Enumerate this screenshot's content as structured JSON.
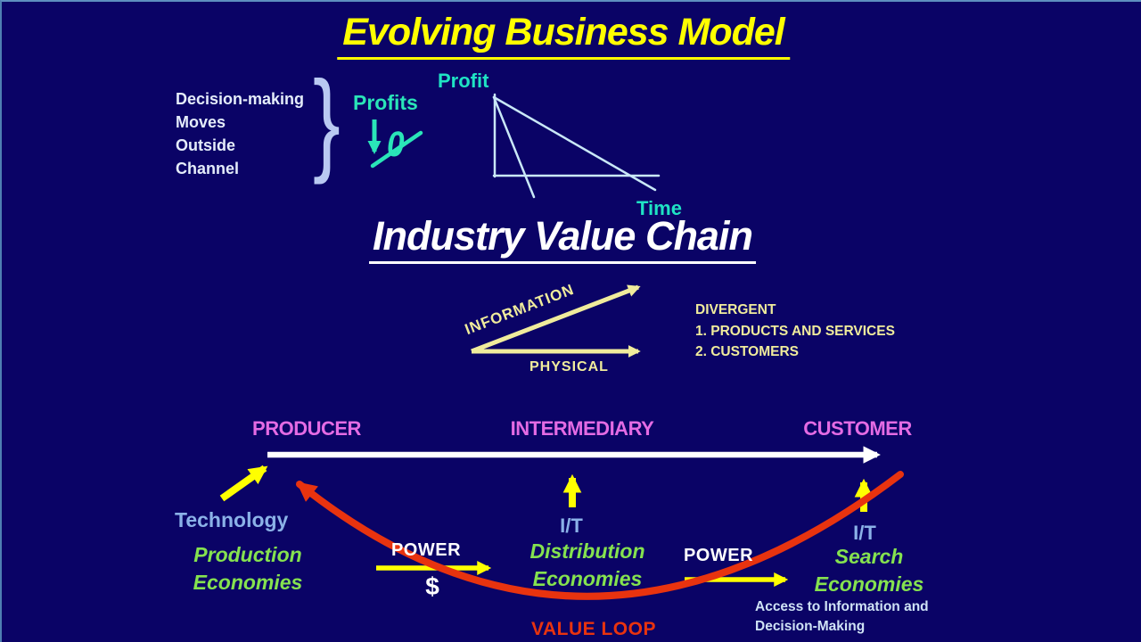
{
  "colors": {
    "background": "#0A0366",
    "border_blue": "#5E8FC0",
    "title_yellow": "#FFFF00",
    "pale_yellow": "#F0EC9C",
    "teal": "#2AE5B8",
    "cyan_teal": "#1FE3C4",
    "pale_text": "#E4ECFA",
    "brace_blue": "#B9C9F2",
    "chart_line_blue": "#C9E8F7",
    "magenta": "#E46BE4",
    "green": "#85E24F",
    "light_blue": "#8BB2E8",
    "arrow_yellow": "#FFFF00",
    "white": "#FFFFFF",
    "red": "#E8330F"
  },
  "title": "Evolving Business Model",
  "decision_block": {
    "lines": [
      "Decision-making",
      "Moves",
      "Outside",
      "Channel"
    ],
    "brace": "}",
    "profits_label": "Profits",
    "zero_glyph": "0"
  },
  "profit_chart": {
    "type": "line",
    "y_axis_label": "Profit",
    "x_axis_label": "Time",
    "decline_lines": 2
  },
  "section_title": "Industry Value Chain",
  "flow_arrows": {
    "information_label": "INFORMATION",
    "physical_label": "PHYSICAL"
  },
  "divergent_block": {
    "lines": [
      "DIVERGENT",
      "1. PRODUCTS AND SERVICES",
      "2. CUSTOMERS"
    ]
  },
  "value_chain": {
    "producer": "PRODUCER",
    "intermediary": "INTERMEDIARY",
    "customer": "CUSTOMER"
  },
  "producer_side": {
    "technology": "Technology",
    "economies": [
      "Production",
      "Economies"
    ]
  },
  "power_left": {
    "label": "POWER",
    "dollar": "$"
  },
  "intermediary_side": {
    "it": "I/T",
    "economies": [
      "Distribution",
      "Economies"
    ]
  },
  "power_right": {
    "label": "POWER"
  },
  "customer_side": {
    "it": "I/T",
    "economies": [
      "Search",
      "Economies"
    ],
    "access_lines": [
      "Access to Information and",
      "Decision-Making"
    ]
  },
  "value_loop_label": "VALUE LOOP"
}
